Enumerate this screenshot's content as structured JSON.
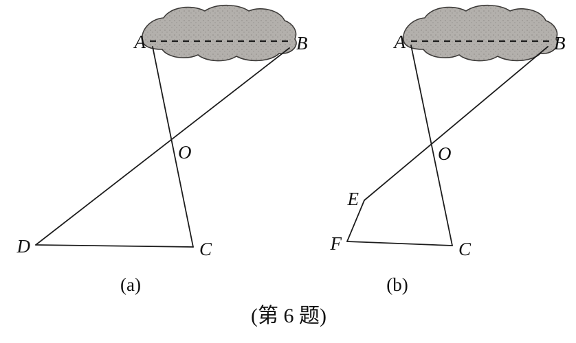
{
  "figure_a": {
    "caption": "(a)",
    "labels": {
      "A": "A",
      "B": "B",
      "O": "O",
      "D": "D",
      "C": "C"
    }
  },
  "figure_b": {
    "caption": "(b)",
    "labels": {
      "A": "A",
      "B": "B",
      "O": "O",
      "E": "E",
      "F": "F",
      "C": "C"
    }
  },
  "bottom_caption": "(第 6 题)",
  "colors": {
    "blob_fill": "#b3b0ac",
    "line_color": "#1c1c1c"
  }
}
